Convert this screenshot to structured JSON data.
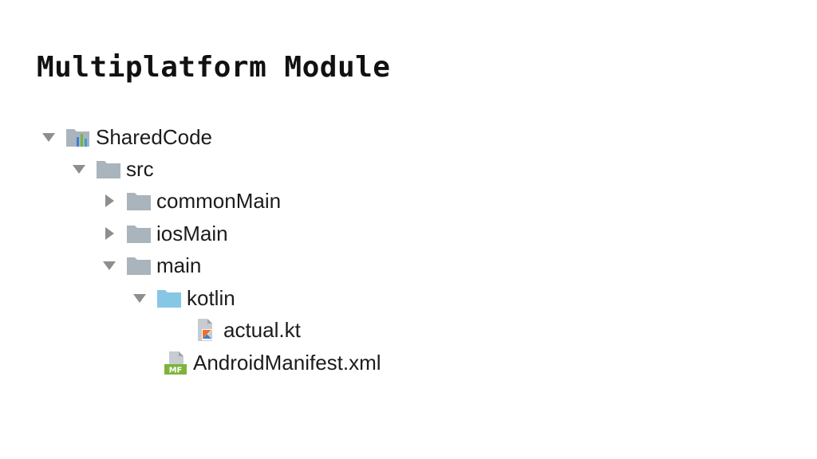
{
  "slide": {
    "title": "Multiplatform Module"
  },
  "tree": {
    "items": [
      {
        "label": "SharedCode",
        "state": "expanded",
        "icon": "module-folder-icon"
      },
      {
        "label": "src",
        "state": "expanded",
        "icon": "folder-icon"
      },
      {
        "label": "commonMain",
        "state": "collapsed",
        "icon": "folder-icon"
      },
      {
        "label": "iosMain",
        "state": "collapsed",
        "icon": "folder-icon"
      },
      {
        "label": "main",
        "state": "expanded",
        "icon": "folder-icon"
      },
      {
        "label": "kotlin",
        "state": "expanded",
        "icon": "source-folder-icon"
      },
      {
        "label": "actual.kt",
        "state": "leaf",
        "icon": "kotlin-file-icon"
      },
      {
        "label": "AndroidManifest.xml",
        "state": "leaf",
        "icon": "manifest-file-icon"
      }
    ]
  },
  "colors": {
    "folder": "#a9b4bd",
    "source_folder": "#86c7e6",
    "kotlin_orange": "#f0702e",
    "kotlin_blue": "#3a7fd5",
    "manifest_green": "#7db33a",
    "toggle": "#8e8e8e"
  }
}
